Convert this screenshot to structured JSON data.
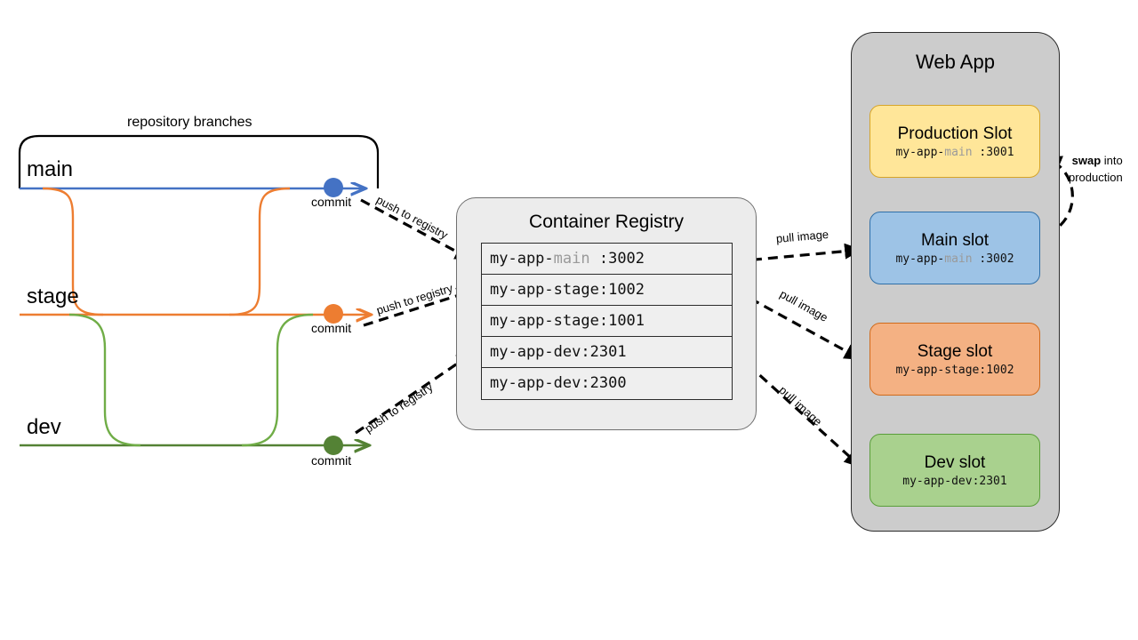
{
  "repository": {
    "bracket_label": "repository branches",
    "branches": [
      {
        "name": "main",
        "color": "#4472c4",
        "commit_label": "commit"
      },
      {
        "name": "stage",
        "color": "#ed7d31",
        "commit_label": "commit"
      },
      {
        "name": "dev",
        "color": "#548235",
        "commit_label": "commit"
      }
    ],
    "push_labels": [
      "push to registry",
      "push to registry",
      "push to registry"
    ]
  },
  "registry": {
    "title": "Container Registry",
    "images": [
      {
        "prefix": "my-app-",
        "branch": "main",
        "tag": "  :3002",
        "dim_branch": true
      },
      {
        "prefix": "my-app-",
        "branch": "stage",
        "tag": ":1002",
        "dim_branch": false
      },
      {
        "prefix": "my-app-",
        "branch": "stage",
        "tag": ":1001",
        "dim_branch": false
      },
      {
        "prefix": "my-app-",
        "branch": "dev",
        "tag": ":2301",
        "dim_branch": false
      },
      {
        "prefix": "my-app-",
        "branch": "dev",
        "tag": ":2300",
        "dim_branch": false
      }
    ]
  },
  "webapp": {
    "title": "Web App",
    "slots": [
      {
        "name": "Production Slot",
        "prefix": "my-app-",
        "branch": "main",
        "tag": "  :3001",
        "dim_branch": true,
        "fill": "#ffe699"
      },
      {
        "name": "Main slot",
        "prefix": "my-app-",
        "branch": "main",
        "tag": " :3002",
        "dim_branch": true,
        "fill": "#9dc3e6"
      },
      {
        "name": "Stage slot",
        "prefix": "my-app-",
        "branch": "stage",
        "tag": ":1002",
        "dim_branch": false,
        "fill": "#f4b183"
      },
      {
        "name": "Dev slot",
        "prefix": "my-app-",
        "branch": "dev",
        "tag": ":2301",
        "dim_branch": false,
        "fill": "#a9d18e"
      }
    ]
  },
  "edges": {
    "pull_labels": [
      "pull image",
      "pull image",
      "pull image"
    ],
    "swap_strong": "swap",
    "swap_rest": " into",
    "swap_line2": "production"
  }
}
